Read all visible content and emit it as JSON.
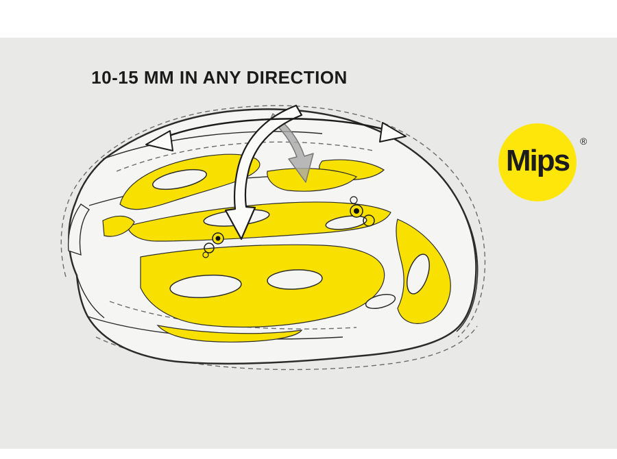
{
  "title": {
    "text": "10-15 MM IN ANY DIRECTION"
  },
  "logo": {
    "text": "Mips",
    "registered": "®"
  },
  "colors": {
    "background": "#e9eae8",
    "accent_yellow": "#f8e100",
    "logo_yellow": "#ffe60a",
    "line": "#2b2b2b"
  },
  "diagram": {
    "subject": "bicycle-helmet-side-view-with-mips-liner",
    "annotations": [
      "double-headed arc arrow showing left-right movement range",
      "white curved arrow pointing down into helmet",
      "gray translucent arrow showing shell displacement",
      "dashed outlines showing helmet shell movement",
      "yellow low-friction liner visible through vents",
      "front and rear liner pivot points"
    ]
  }
}
